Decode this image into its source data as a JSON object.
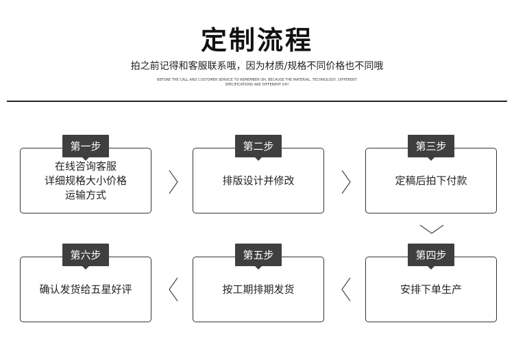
{
  "header": {
    "title": "定制流程",
    "subtitle": "拍之前记得和客服联系哦，因为材质/规格不同价格也不同哦",
    "english_line1": "BEFORE THE CALL AND CUSTOMER SERVICE TO REMEMBER OH, BECAUSE THE MATERIAL, TECHNOLOGY, DIFFERENT",
    "english_line2": "SPECIFICATIONS ARE DIFFERENT OH!"
  },
  "steps": [
    {
      "tag": "第一步",
      "lines": [
        "在线咨询客服",
        "详细规格大小价格",
        "运输方式"
      ]
    },
    {
      "tag": "第二步",
      "lines": [
        "排版设计并修改"
      ]
    },
    {
      "tag": "第三步",
      "lines": [
        "定稿后拍下付款"
      ]
    },
    {
      "tag": "第四步",
      "lines": [
        "安排下单生产"
      ]
    },
    {
      "tag": "第五步",
      "lines": [
        "按工期排期发货"
      ]
    },
    {
      "tag": "第六步",
      "lines": [
        "确认发货给五星好评"
      ]
    }
  ],
  "icons": {
    "right_arrow": "chevron-right-icon",
    "left_arrow": "chevron-left-icon",
    "down_arrow": "chevron-down-icon"
  }
}
